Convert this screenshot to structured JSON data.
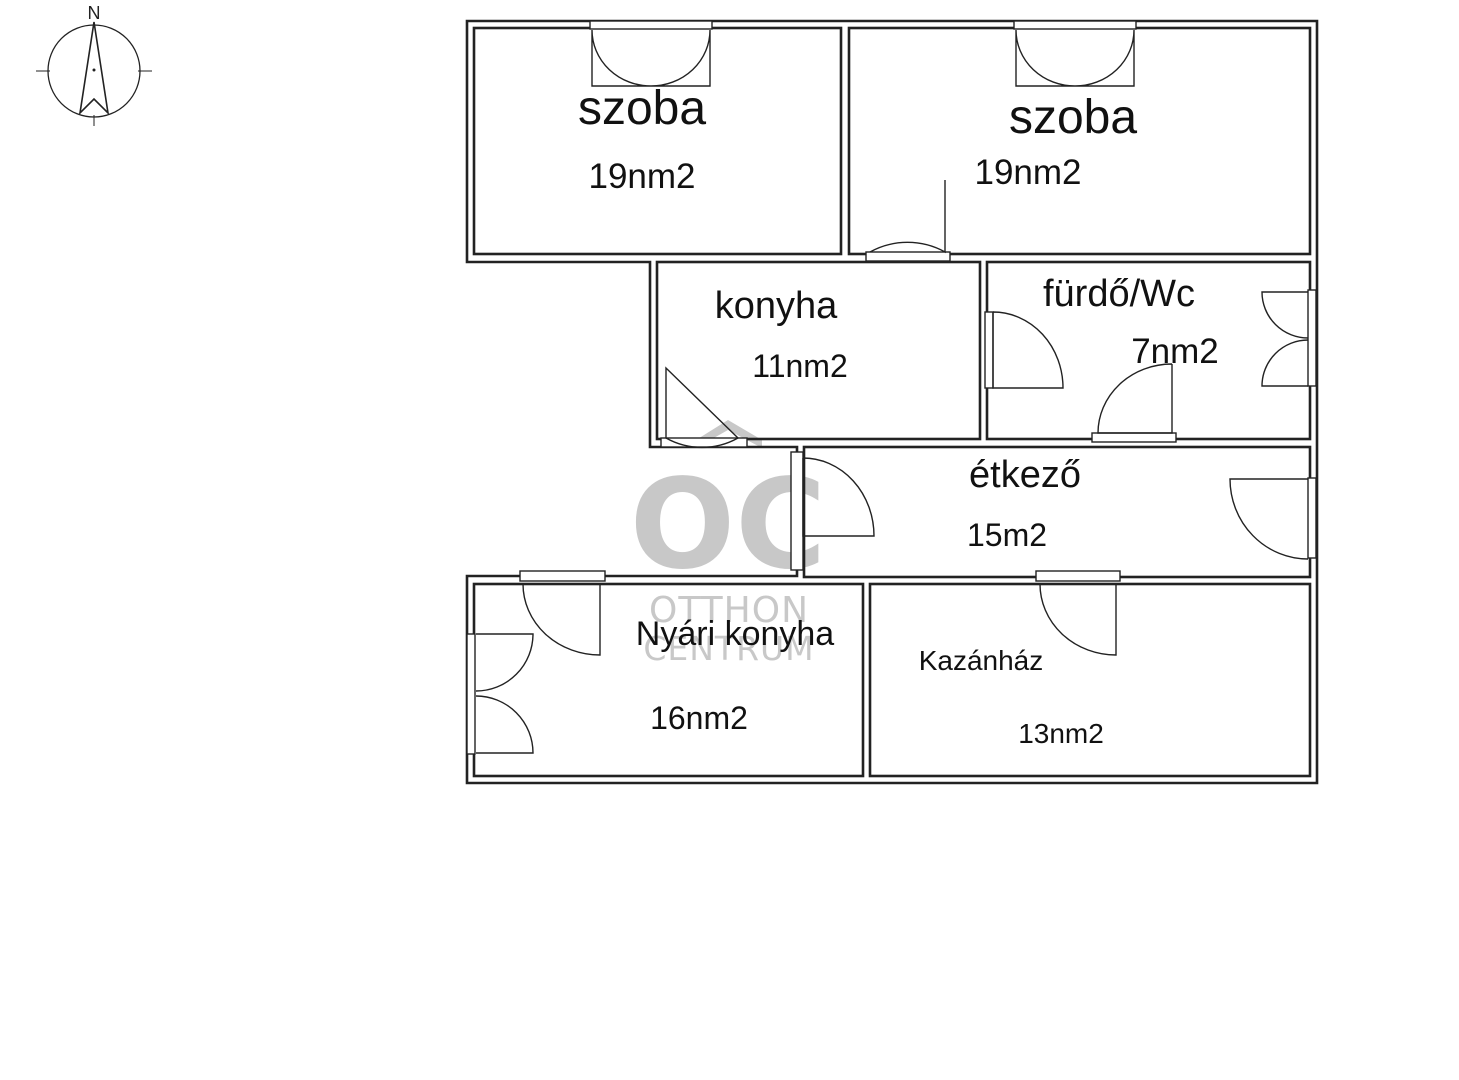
{
  "compass": {
    "label": "N",
    "icon": "north-arrow-icon"
  },
  "watermark": {
    "logo_text": "OC",
    "line1": "OTTHON",
    "line2": "CENTRUM",
    "color": "#c8c8c8"
  },
  "rooms": [
    {
      "id": "szoba-1",
      "name": "szoba",
      "area": "19nm2"
    },
    {
      "id": "szoba-2",
      "name": "szoba",
      "area": "19nm2"
    },
    {
      "id": "konyha",
      "name": "konyha",
      "area": "11nm2"
    },
    {
      "id": "furdo-wc",
      "name": "fürdő/Wc",
      "area": "7nm2"
    },
    {
      "id": "etkezo",
      "name": "étkező",
      "area": "15m2"
    },
    {
      "id": "nyari-konyha",
      "name": "Nyári konyha",
      "area": "16nm2"
    },
    {
      "id": "kazanhaz",
      "name": "Kazánház",
      "area": "13nm2"
    }
  ],
  "colors": {
    "wall": "#222222",
    "background": "#ffffff"
  }
}
